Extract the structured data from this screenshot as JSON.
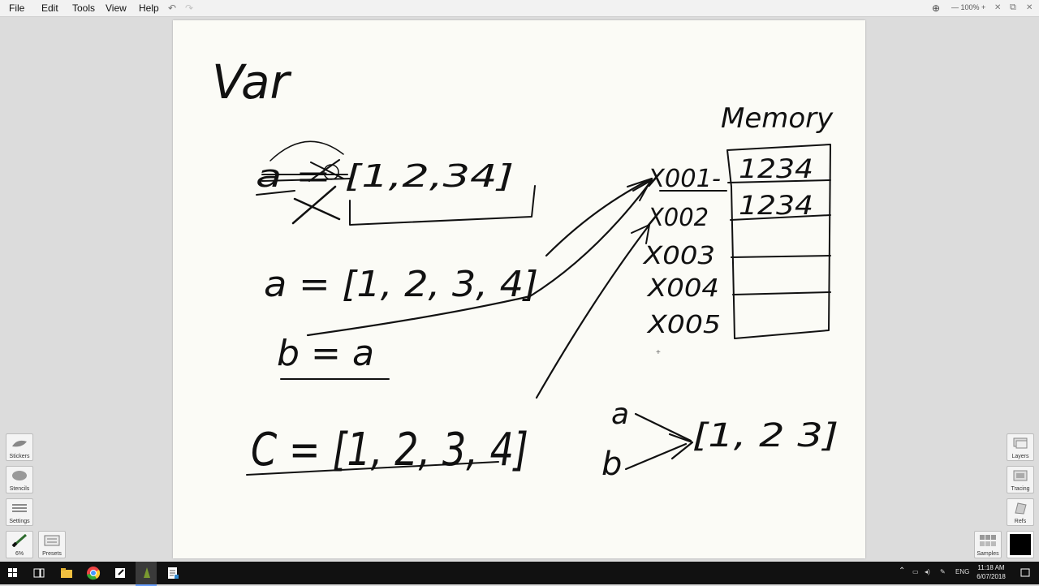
{
  "menu": {
    "file": "File",
    "edit": "Edit",
    "tools": "Tools",
    "view": "View",
    "help": "Help"
  },
  "zoom": {
    "label": "— 100% +"
  },
  "left_tools": [
    {
      "label": "Stickers",
      "icon": "stickers-icon"
    },
    {
      "label": "Stencils",
      "icon": "stencils-icon"
    },
    {
      "label": "Settings",
      "icon": "settings-icon"
    }
  ],
  "brush": {
    "size": "6%"
  },
  "presets": {
    "label": "Presets"
  },
  "right_tools": [
    {
      "label": "Layers",
      "icon": "layers-icon"
    },
    {
      "label": "Tracing",
      "icon": "tracing-icon"
    },
    {
      "label": "Refs",
      "icon": "refs-icon"
    }
  ],
  "samples": {
    "label": "Samples"
  },
  "drawing": {
    "title": "Var",
    "memory_label": "Memory",
    "addresses": [
      "X001-",
      "X002",
      "X003",
      "X004",
      "X005"
    ],
    "memory_cells": [
      "1234",
      "1234",
      "",
      "",
      ""
    ],
    "line_old": "a = [1,2,34]",
    "line_a": "a = [1, 2, 3, 4]",
    "line_b": "b = a",
    "line_c": "C = [1, 2, 3, 4]",
    "diagram_a": "a",
    "diagram_b": "b",
    "diagram_list": "[1, 2 3]"
  },
  "tray": {
    "lang": "ENG"
  },
  "clock": {
    "time": "11:18 AM",
    "date": "6/07/2018"
  },
  "colors": {
    "ink": "#111111",
    "paper": "#fbfbf6",
    "workspace": "#dcdcdc",
    "taskbar": "#111111"
  }
}
